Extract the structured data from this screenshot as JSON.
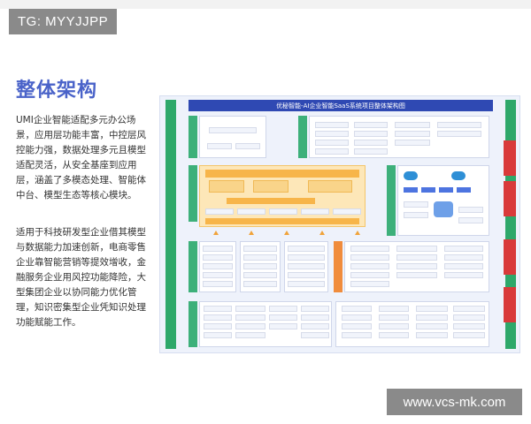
{
  "tag_top": "TG: MYYJJPP",
  "tag_bottom": "www.vcs-mk.com",
  "title": "整体架构",
  "paragraph_1": "UMI企业智能适配多元办公场景，应用层功能丰富，中控层风控能力强，数据处理多元且模型适配灵活，从安全基座到应用层，涵盖了多模态处理、智能体中台、模型生态等核心模块。",
  "paragraph_2": "适用于科技研发型企业借其模型与数据能力加速创新，电商零售企业靠智能营销等提效增收，金融服务企业用风控功能降险，大型集团企业以协同能力优化管理，知识密集型企业凭知识处理功能赋能工作。",
  "diagram": {
    "title": "优秘智能-AI企业智能SaaS系统项目整体架构图"
  },
  "colors": {
    "accent": "#4a63c9",
    "tag_bg": "#8a8a8a",
    "diagram_header": "#2f49b3",
    "side_green": "#2ea86a",
    "side_red": "#d93a3a"
  }
}
